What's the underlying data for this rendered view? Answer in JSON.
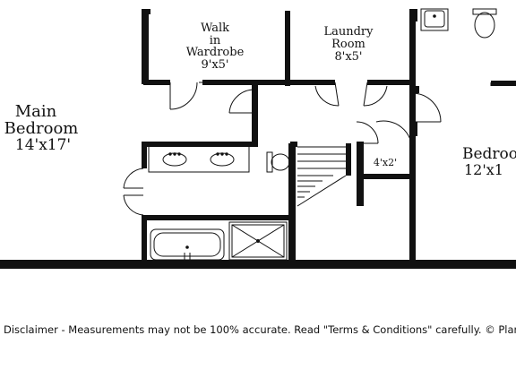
{
  "rooms": {
    "main_bedroom": {
      "name_line1": "Main",
      "name_line2": "Bedroom",
      "size": "14'x17'"
    },
    "walk_in_wardrobe": {
      "name_line1": "Walk",
      "name_line2": "in",
      "name_line3": "Wardrobe",
      "size": "9'x5'"
    },
    "laundry_room": {
      "name_line1": "Laundry",
      "name_line2": "Room",
      "size": "8'x5'"
    },
    "closet": {
      "size": "4'x2'"
    },
    "bedroom": {
      "name": "Bedroo",
      "size": "12'x1"
    }
  },
  "footer": {
    "disclaimer": "Disclaimer - Measurements may not be 100% accurate. Read \"Terms & Conditions\" carefully. © PlanOmat"
  }
}
